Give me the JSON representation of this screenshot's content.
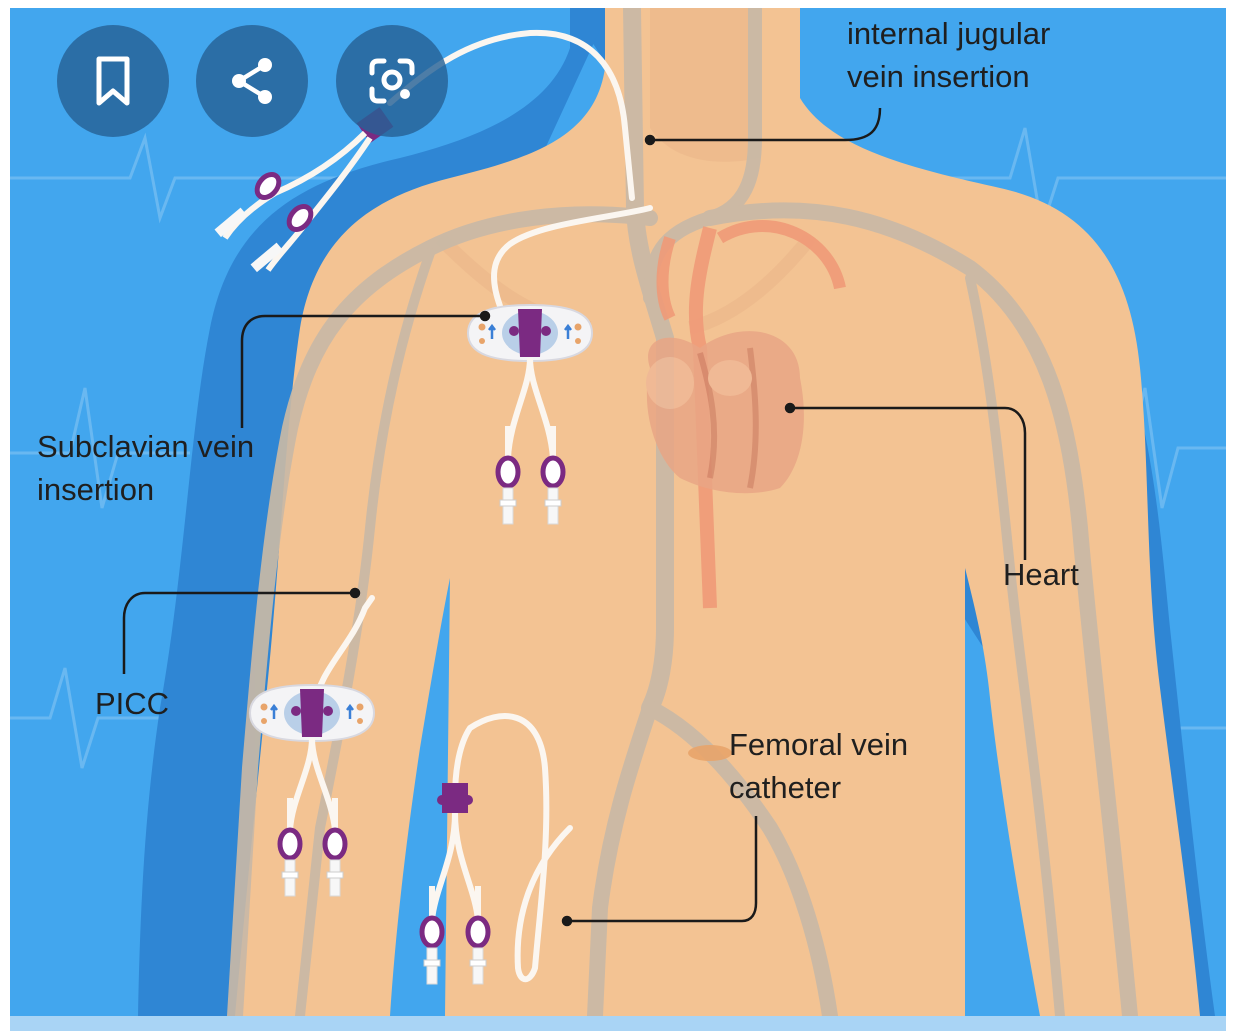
{
  "diagram": {
    "labels": {
      "jugular_line1": "internal jugular",
      "jugular_line2": "vein insertion",
      "subclavian_line1": "Subclavian vein",
      "subclavian_line2": "insertion",
      "heart": "Heart",
      "picc": "PICC",
      "femoral_line1": "Femoral vein",
      "femoral_line2": "catheter"
    }
  },
  "overlay_actions": [
    {
      "name": "bookmark",
      "icon": "bookmark-icon"
    },
    {
      "name": "share",
      "icon": "share-icon"
    },
    {
      "name": "visual-search",
      "icon": "lens-icon"
    }
  ],
  "colors": {
    "background": "#42a6ee",
    "skin": "#f3c393",
    "vein": "#c8b8a6",
    "artery": "#ef9a78",
    "catheter_hub": "#7b2a82",
    "button_bg": "#266296"
  }
}
